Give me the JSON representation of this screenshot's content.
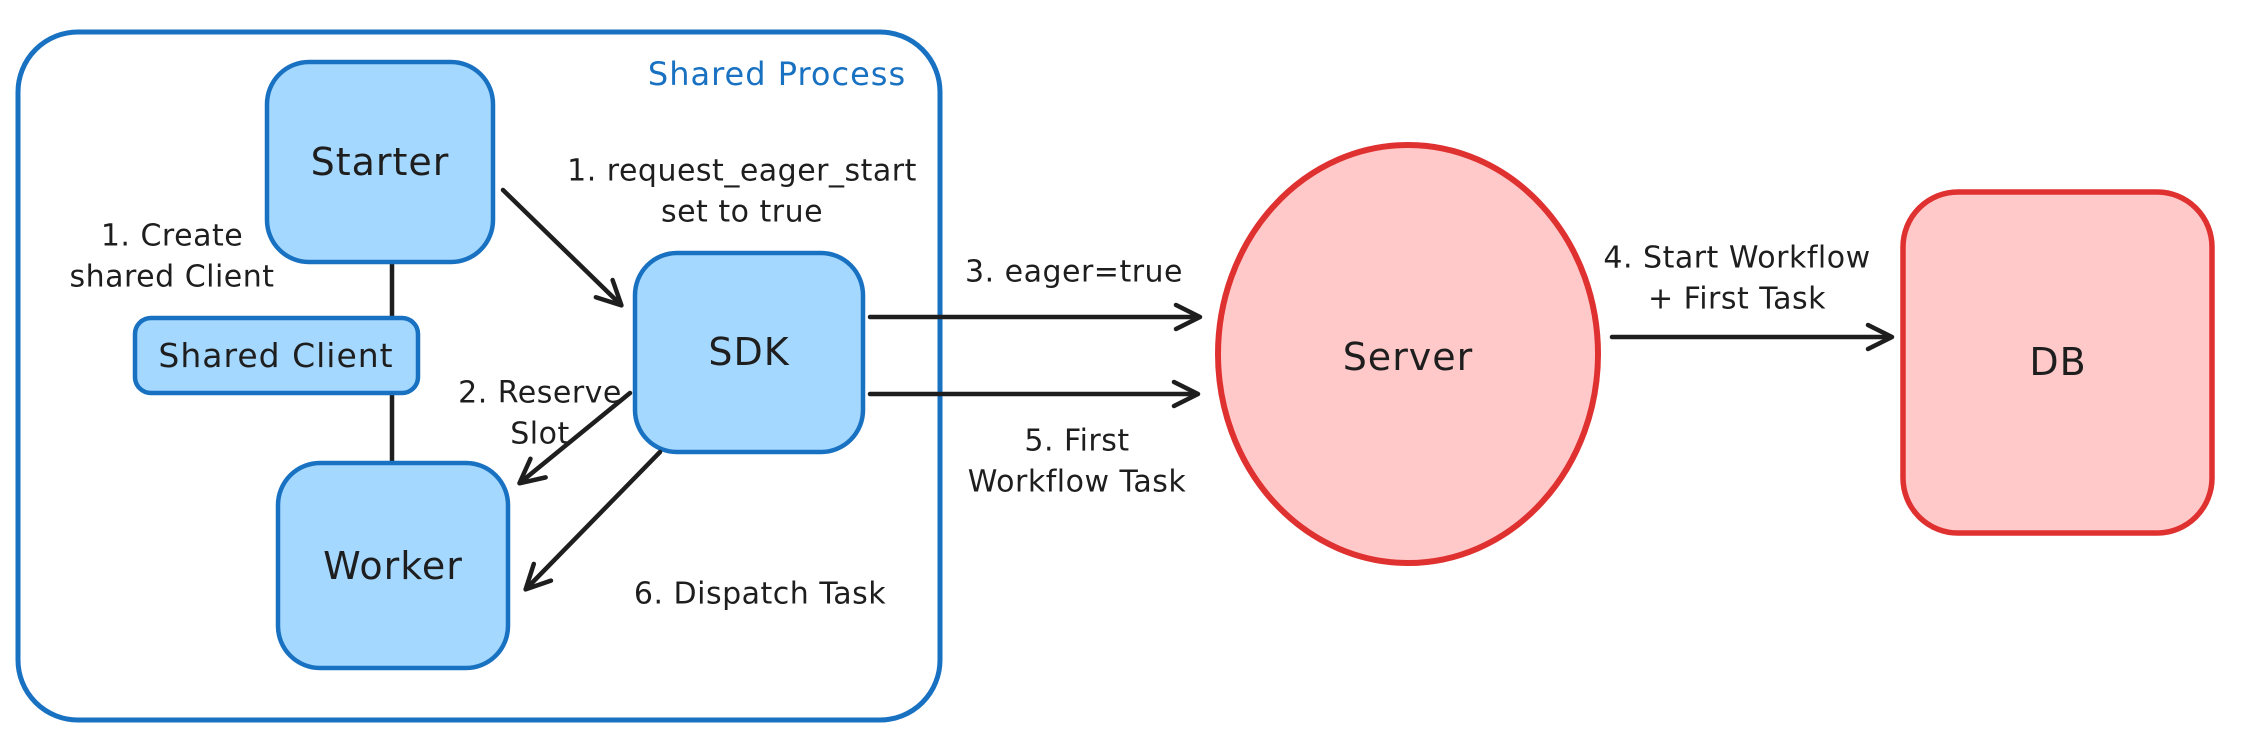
{
  "diagram": {
    "container": {
      "label": "Shared Process"
    },
    "nodes": {
      "starter": "Starter",
      "shared_client": "Shared Client",
      "worker": "Worker",
      "sdk": "SDK",
      "server": "Server",
      "db": "DB"
    },
    "edge_labels": {
      "create_client": {
        "line1": "1. Create",
        "line2": "shared Client"
      },
      "request_eager": {
        "line1": "1. request_eager_start",
        "line2": "set to true"
      },
      "reserve_slot": {
        "line1": "2. Reserve",
        "line2": "Slot"
      },
      "eager_true": "3. eager=true",
      "start_workflow": {
        "line1": "4. Start Workflow",
        "line2": "+ First Task"
      },
      "first_workflow_task": {
        "line1": "5. First",
        "line2": "Workflow Task"
      },
      "dispatch_task": "6. Dispatch Task"
    },
    "colors": {
      "blue_stroke": "#1971c2",
      "blue_fill": "#a5d8ff",
      "red_stroke": "#e03131",
      "red_fill": "#ffc9c9",
      "ink": "#1e1e1e",
      "background": "#ffffff"
    }
  }
}
